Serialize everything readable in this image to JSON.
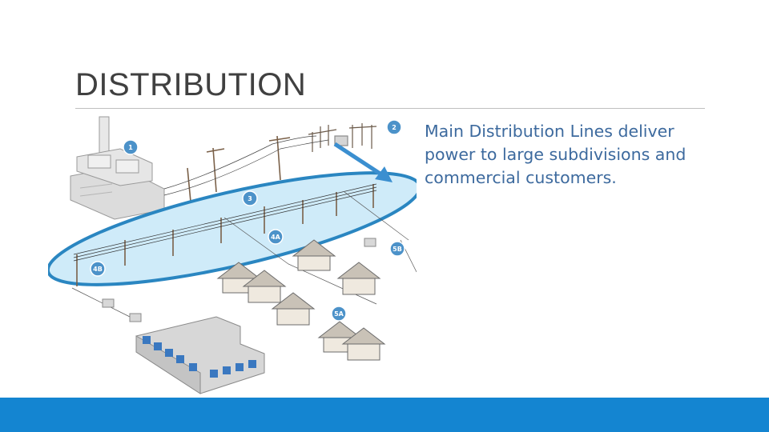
{
  "slide": {
    "title": "DISTRIBUTION",
    "body": "Main Distribution Lines deliver power to large subdivisions and commercial customers.",
    "colors": {
      "accent": "#1485d1",
      "body_text": "#3d6a9e",
      "highlight_fill": "#bfe4f7",
      "highlight_stroke": "#2a86c1",
      "badge": "#4c92c9"
    }
  },
  "diagram": {
    "badges": [
      "1",
      "2",
      "3",
      "4A",
      "4B",
      "5A",
      "5B"
    ]
  }
}
